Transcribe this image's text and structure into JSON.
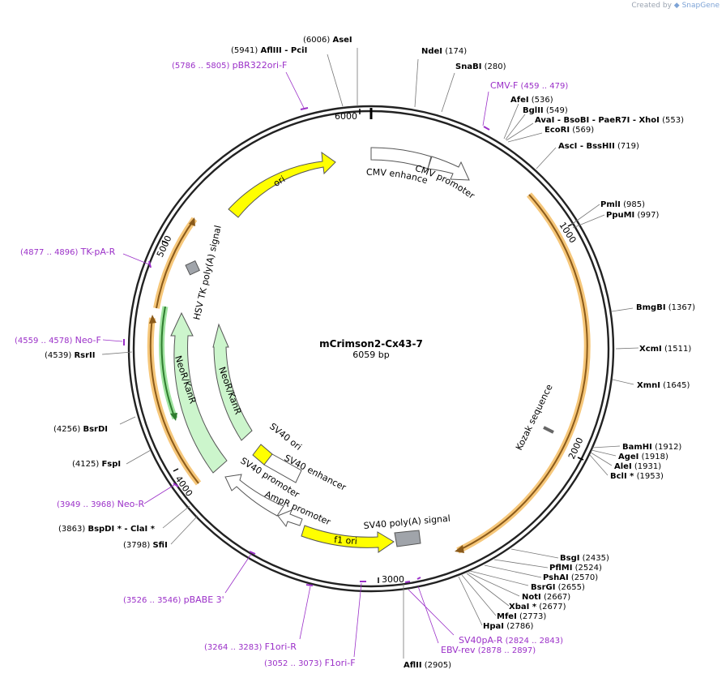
{
  "credit": {
    "prefix": "Created by",
    "brand": "SnapGene"
  },
  "plasmid": {
    "name": "mCrimson2-Cx43-7",
    "length": "6059 bp"
  },
  "ticks": [
    "1000",
    "2000",
    "3000",
    "4000",
    "5000",
    "6000"
  ],
  "enzymes": [
    {
      "label": "AseI",
      "pos": "(6006)"
    },
    {
      "label": "AflIII  - PciI",
      "pos": "(5941)"
    },
    {
      "label": "NdeI",
      "pos": "(174)"
    },
    {
      "label": "SnaBI",
      "pos": "(280)"
    },
    {
      "label": "AfeI",
      "pos": "(536)"
    },
    {
      "label": "BglII",
      "pos": "(549)"
    },
    {
      "label": "AvaI  - BsoBI  - PaeR7I  - XhoI",
      "pos": "(553)"
    },
    {
      "label": "EcoRI",
      "pos": "(569)"
    },
    {
      "label": "AscI  - BssHII",
      "pos": "(719)"
    },
    {
      "label": "PmlI",
      "pos": "(985)"
    },
    {
      "label": "PpuMI",
      "pos": "(997)"
    },
    {
      "label": "BmgBI",
      "pos": "(1367)"
    },
    {
      "label": "XcmI",
      "pos": "(1511)"
    },
    {
      "label": "XmnI",
      "pos": "(1645)"
    },
    {
      "label": "BamHI",
      "pos": "(1912)"
    },
    {
      "label": "AgeI",
      "pos": "(1918)"
    },
    {
      "label": "AleI",
      "pos": "(1931)"
    },
    {
      "label": "BclI *",
      "pos": "(1953)"
    },
    {
      "label": "BsgI",
      "pos": "(2435)"
    },
    {
      "label": "PflMI",
      "pos": "(2524)"
    },
    {
      "label": "PshAI",
      "pos": "(2570)"
    },
    {
      "label": "BsrGI",
      "pos": "(2655)"
    },
    {
      "label": "NotI",
      "pos": "(2667)"
    },
    {
      "label": "XbaI *",
      "pos": "(2677)"
    },
    {
      "label": "MfeI",
      "pos": "(2773)"
    },
    {
      "label": "HpaI",
      "pos": "(2786)"
    },
    {
      "label": "AflII",
      "pos": "(2905)"
    },
    {
      "label": "SfiI",
      "pos": "(3798)"
    },
    {
      "label": "BspDI *  - ClaI *",
      "pos": "(3863)"
    },
    {
      "label": "FspI",
      "pos": "(4125)"
    },
    {
      "label": "BsrDI",
      "pos": "(4256)"
    },
    {
      "label": "RsrII",
      "pos": "(4539)"
    }
  ],
  "primers": [
    {
      "label": "pBR322ori-F",
      "pos": "(5786 .. 5805)"
    },
    {
      "label": "CMV-F",
      "pos": "(459 .. 479)"
    },
    {
      "label": "TK-pA-R",
      "pos": "(4877 .. 4896)"
    },
    {
      "label": "Neo-F",
      "pos": "(4559 .. 4578)"
    },
    {
      "label": "Neo-R",
      "pos": "(3949 .. 3968)"
    },
    {
      "label": "pBABE 3'",
      "pos": "(3526 .. 3546)"
    },
    {
      "label": "F1ori-R",
      "pos": "(3264 .. 3283)"
    },
    {
      "label": "F1ori-F",
      "pos": "(3052 .. 3073)"
    },
    {
      "label": "SV40pA-R",
      "pos": "(2824 .. 2843)"
    },
    {
      "label": "EBV-rev",
      "pos": "(2878 .. 2897)"
    }
  ],
  "features": {
    "ori": "ori",
    "cmv_enhancer": "CMV enhancer",
    "cmv_promoter": "CMV promoter",
    "hsv_tk_polya": "HSV TK poly(A) signal",
    "neor_outer": "NeoR/KanR",
    "neor_inner": "NeoR/KanR",
    "sv40_ori": "SV40 ori",
    "sv40_enhancer": "SV40 enhancer",
    "sv40_promoter": "SV40 promoter",
    "ampr_promoter": "AmpR promoter",
    "f1_ori": "f1 ori",
    "sv40_polya": "SV40 poly(A) signal",
    "kozak": "Kozak sequence"
  },
  "colors": {
    "backbone": "#222222",
    "primer": "#9b30c8",
    "ori": "#ffff00",
    "neor": "#ccf5cc",
    "orf_orange": "#f0a830",
    "orf_brown": "#8a5a1a",
    "polya_gray": "#a0a4aa"
  }
}
